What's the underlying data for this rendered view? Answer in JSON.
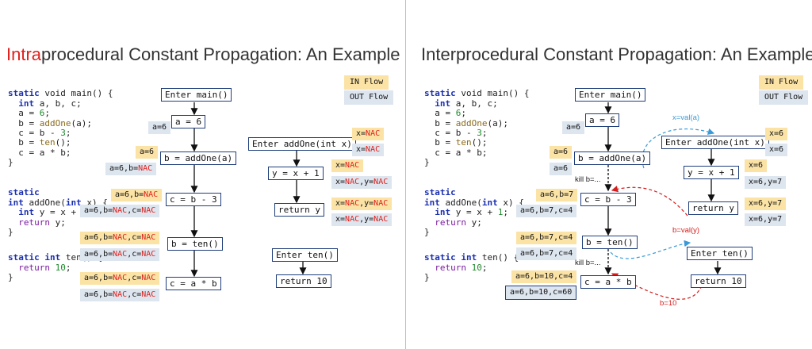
{
  "left": {
    "title_highlight": "Intra",
    "title_rest": "procedural Constant Propagation: An Example",
    "legend": {
      "in": "IN Flow",
      "out": "OUT Flow"
    },
    "nodes": {
      "enter_main": "Enter main()",
      "a6": "a = 6",
      "addone": "b = addOne(a)",
      "cb3": "c = b - 3",
      "ten": "b = ten()",
      "cab": "c = a * b",
      "enter_addone": "Enter addOne(int x)",
      "yx1": "y = x + 1",
      "ret_y": "return y",
      "enter_ten": "Enter ten()",
      "ret10": "return 10"
    },
    "annotations": {
      "a6": "a=6",
      "in_addone": "a=6",
      "out_addone_a": "a=6,b=",
      "nac": "NAC",
      "in_cb3_a": "a=6,b=",
      "out_cb3_a": "a=6,b=",
      "out_cb3_c": ",c=",
      "x_eq": "x=",
      "y_eq": ",y="
    }
  },
  "right": {
    "title": "Interprocedural Constant Propagation: An Example",
    "legend": {
      "in": "IN Flow",
      "out": "OUT Flow"
    },
    "nodes": {
      "enter_main": "Enter main()",
      "a6": "a = 6",
      "addone": "b = addOne(a)",
      "cb3": "c = b - 3",
      "ten": "b = ten()",
      "cab": "c = a * b",
      "enter_addone": "Enter addOne(int x)",
      "yx1": "y = x + 1",
      "ret_y": "return y",
      "enter_ten": "Enter ten()",
      "ret10": "return 10"
    },
    "annotations": {
      "a6": "a=6",
      "in_addone": "a=6",
      "out_addone": "a=6",
      "in_cb3": "a=6,b=7",
      "out_cb3": "a=6,b=7,c=4",
      "in_ten": "a=6,b=7,c=4",
      "out_ten": "a=6,b=7,c=4",
      "in_cab": "a=6,b=10,c=4",
      "out_cab": "a=6,b=10,c=60",
      "in_enter_addone": "x=6",
      "out_enter_addone": "x=6",
      "in_yx1": "x=6",
      "out_yx1": "x=6,y=7",
      "in_ret_y": "x=6,y=7",
      "out_ret_y": "x=6,y=7"
    },
    "edge_labels": {
      "call_addone": "x=val(a)",
      "ret_addone": "b=val(y)",
      "ret_ten": "b=10",
      "kill1": "kill b=...",
      "kill2": "kill b=..."
    }
  },
  "code": {
    "main_sig": [
      "static",
      " void ",
      "main",
      "() {"
    ],
    "main_lines": [
      [
        "int",
        " a, b, c;"
      ],
      [
        "a = ",
        "6",
        ";"
      ],
      [
        "b = ",
        "addOne",
        "(a);"
      ],
      [
        "c = b - ",
        "3",
        ";"
      ],
      [
        "b = ",
        "ten",
        "();"
      ],
      [
        "c = a * b;"
      ],
      [
        "}"
      ]
    ],
    "addone_sig": [
      "static",
      "int",
      " addOne(",
      "int",
      " x) {"
    ],
    "addone_lines": [
      [
        "int",
        " y = x + ",
        "1",
        ";"
      ],
      [
        "return",
        " y;"
      ],
      [
        "}"
      ]
    ],
    "ten_sig": [
      "static",
      " int",
      " ten() {"
    ],
    "ten_lines": [
      [
        "return",
        " ",
        "10",
        ";"
      ],
      [
        "}"
      ]
    ]
  }
}
